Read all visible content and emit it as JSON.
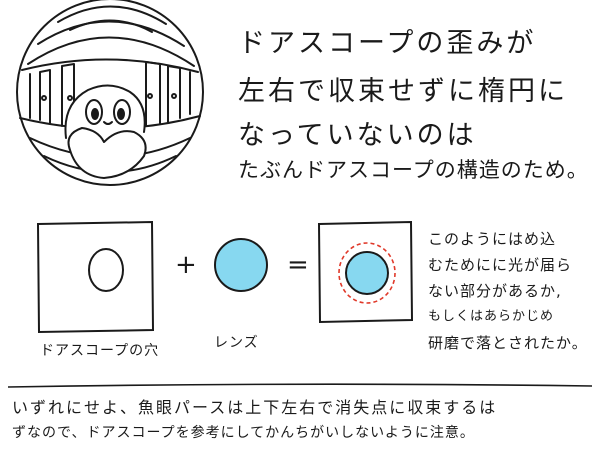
{
  "heading": {
    "lines": [
      "ドアスコープの歪みが",
      "左右で収束せずに楕円に",
      "なっていないのは",
      "たぶんドアスコープの構造のため。"
    ]
  },
  "diagram": {
    "plus_sign": "+",
    "equals_sign": "=",
    "hole_caption": "ドアスコープの穴",
    "lens_caption": "レンズ",
    "lens_color": "#87d8f0",
    "dashed_color": "#e0392a"
  },
  "side_note": {
    "lines": [
      "このようにはめ込",
      "むためにに光が届ら",
      "ない部分があるか,",
      "もしくはあらかじめ",
      "研磨で落とされたか。"
    ]
  },
  "bottom_note": {
    "lines": [
      "いずれにせよ、魚眼パースは上下左右で消失点に収束するは",
      "ずなので、ドアスコープを参考にしてかんちがいしないように注意。"
    ]
  }
}
